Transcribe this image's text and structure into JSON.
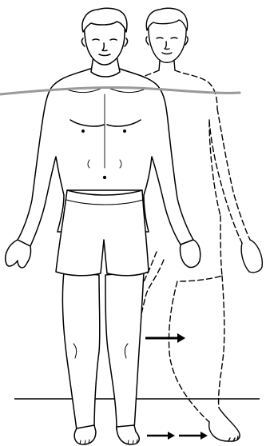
{
  "figure": {
    "background": "#ffffff",
    "line_color": "#000000",
    "level_line_color": "#9a9a9a",
    "figures": [
      {
        "role": "solid-figure",
        "style": "solid",
        "icon": "standing-man-outline"
      },
      {
        "role": "ghost-figure",
        "style": "dashed",
        "icon": "standing-man-outline-shifted"
      }
    ],
    "arrows": [
      {
        "name": "shift-arrow",
        "icon": "right-arrow"
      },
      {
        "name": "foot-arrow-1",
        "icon": "right-arrow"
      },
      {
        "name": "foot-arrow-2",
        "icon": "right-arrow"
      }
    ]
  }
}
